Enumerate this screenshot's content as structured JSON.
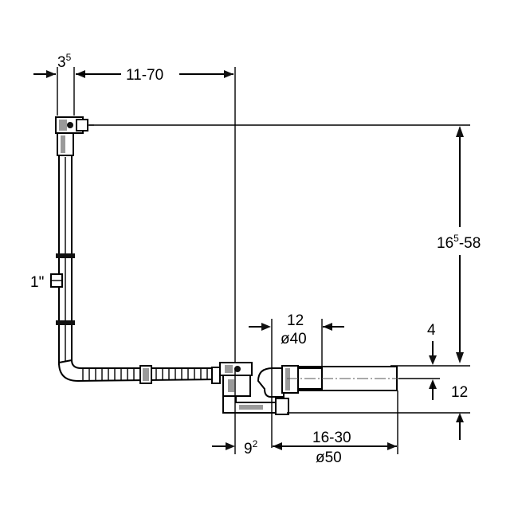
{
  "dimensions": {
    "top_left": {
      "main": "3",
      "sup": "5"
    },
    "top_span": "11-70",
    "right_height": {
      "main": "16",
      "sup": "5",
      "rest": "-58"
    },
    "thread": "1\"",
    "waste_length": "12",
    "waste_diameter": "ø40",
    "overflow_offset": "4",
    "outlet_height": "12",
    "bottom_left": {
      "main": "9",
      "sup": "2"
    },
    "outlet_span": "16-30",
    "outlet_diameter": "ø50"
  }
}
